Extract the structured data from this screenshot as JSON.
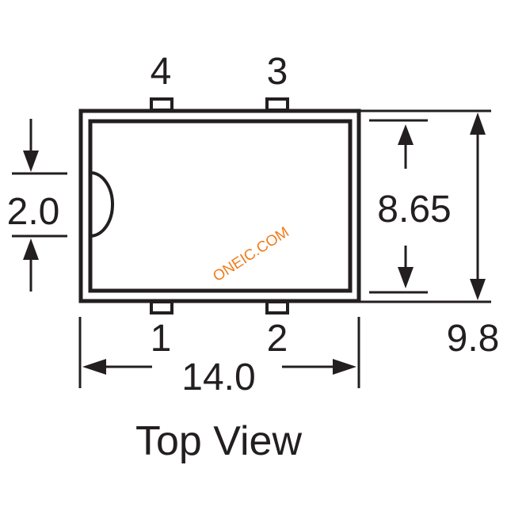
{
  "diagram": {
    "title": "Top View",
    "pins": {
      "top_left": "4",
      "top_right": "3",
      "bottom_left": "1",
      "bottom_right": "2"
    },
    "dimensions": {
      "width": "14.0",
      "outer_height": "9.8",
      "inner_height": "8.65",
      "notch": "2.0"
    },
    "watermark": "ONEIC.COM",
    "colors": {
      "stroke": "#231f20",
      "watermark": "#f07c1a",
      "background": "#ffffff"
    }
  }
}
